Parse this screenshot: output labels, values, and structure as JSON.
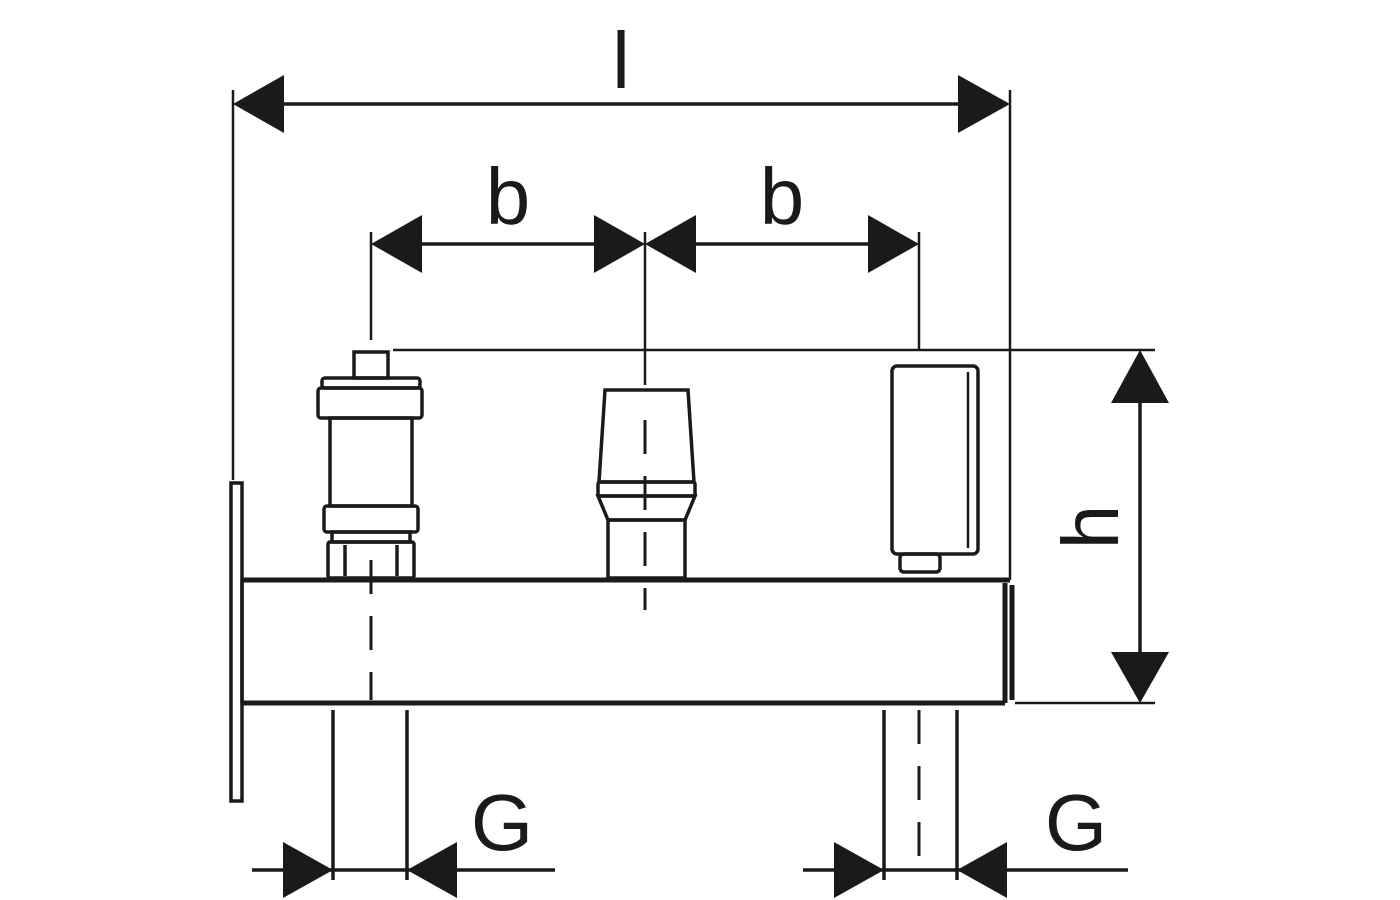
{
  "diagram": {
    "labels": {
      "overall_length": "l",
      "spacing_left": "b",
      "spacing_right": "b",
      "height": "h",
      "thread_left": "G",
      "thread_right": "G"
    },
    "colors": {
      "line": "#1a1a1a",
      "background": "#ffffff"
    }
  }
}
